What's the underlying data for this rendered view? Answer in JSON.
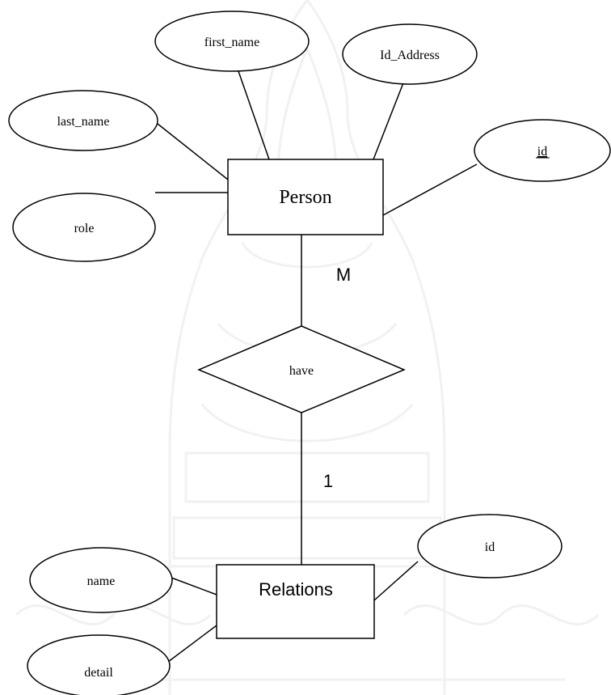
{
  "entities": {
    "person": "Person",
    "relations": "Relations"
  },
  "relationship": {
    "label": "have",
    "card_person": "M",
    "card_relations": "1"
  },
  "person_attributes": {
    "first_name": "first_name",
    "id_address": "Id_Address",
    "last_name": "last_name",
    "id": "id",
    "role": "role"
  },
  "relations_attributes": {
    "id": "id",
    "name": "name",
    "detail": "detail"
  },
  "colors": {
    "stroke": "#000000",
    "watermark": "#8a8a8a"
  }
}
